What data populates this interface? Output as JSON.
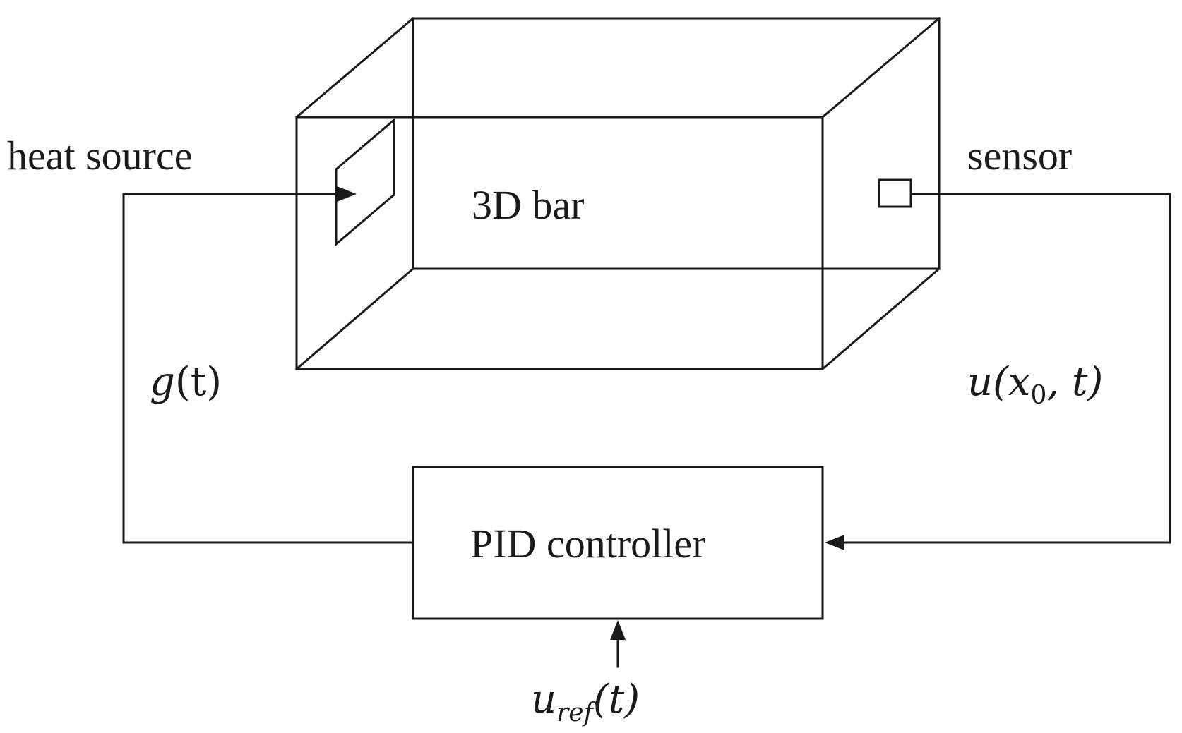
{
  "labels": {
    "heat_source": "heat source",
    "sensor": "sensor",
    "bar": "3D bar",
    "controller": "PID controller"
  },
  "signals": {
    "g": {
      "base": "g",
      "paren": "(t)"
    },
    "u": {
      "base": "u(x",
      "sub": "0",
      "rest": ", t)"
    },
    "uref": {
      "base": "u",
      "sub": "ref",
      "rest": "(t)"
    }
  },
  "colors": {
    "stroke": "#1a1a1a",
    "background": "#ffffff"
  }
}
